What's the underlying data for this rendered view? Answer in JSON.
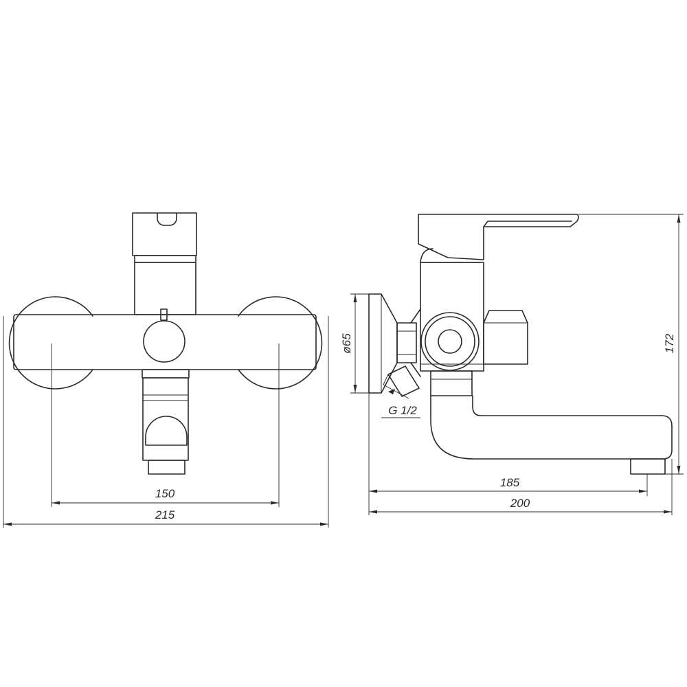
{
  "dimensions": {
    "centers_width": "150",
    "front_total_width": "215",
    "flange_diameter": "ø65",
    "thread": "G 1/2",
    "spout_reach": "185",
    "side_total_depth": "200",
    "total_height": "172"
  }
}
